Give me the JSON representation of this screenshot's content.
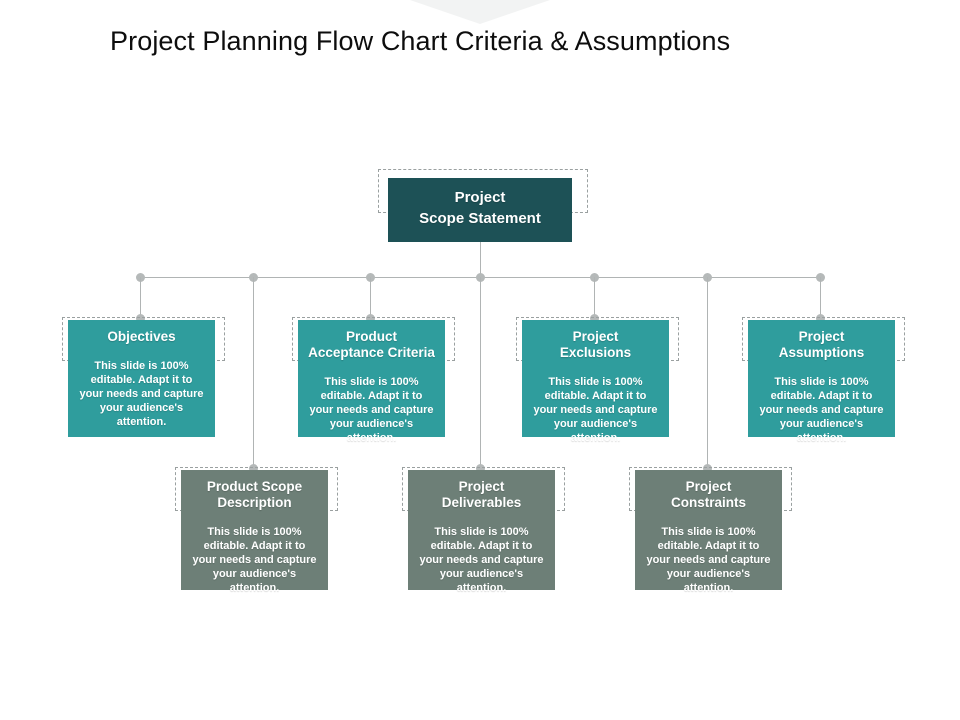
{
  "slide": {
    "title": "Project Planning Flow Chart Criteria & Assumptions",
    "background": "#ffffff"
  },
  "colors": {
    "root_fill": "#1d5156",
    "teal_fill": "#2f9d9d",
    "gray_fill": "#6d7f77",
    "connector": "#b0b4b4",
    "connector_dot": "#b5b9b9",
    "title_text": "#0d0d0d",
    "node_text": "#ffffff",
    "dashed_outline": "#9aa0a0",
    "chevron": "#f2f3f3"
  },
  "body_text": "This slide is 100% editable.  Adapt it to your needs and capture your audience's attention.",
  "root": {
    "title_line1": "Project",
    "title_line2": "Scope Statement"
  },
  "nodes": [
    {
      "id": "objectives",
      "row": "middle",
      "style": "teal",
      "title_line1": "Objectives",
      "title_line2": "",
      "body": "This slide is 100% editable.  Adapt it to your needs and capture your audience's attention."
    },
    {
      "id": "product-acceptance-criteria",
      "row": "middle",
      "style": "teal",
      "title_line1": "Product",
      "title_line2": "Acceptance Criteria",
      "body": "This slide is 100% editable.  Adapt it to your needs and capture your audience's attention."
    },
    {
      "id": "project-exclusions",
      "row": "middle",
      "style": "teal",
      "title_line1": "Project",
      "title_line2": "Exclusions",
      "body": "This slide is 100% editable.  Adapt it to your needs and capture your audience's attention."
    },
    {
      "id": "project-assumptions",
      "row": "middle",
      "style": "teal",
      "title_line1": "Project",
      "title_line2": "Assumptions",
      "body": "This slide is 100% editable.  Adapt it to your needs and capture your audience's attention."
    },
    {
      "id": "product-scope-description",
      "row": "bottom",
      "style": "gray",
      "title_line1": "Product Scope",
      "title_line2": "Description",
      "body": "This slide is 100% editable.  Adapt it to your needs and capture your audience's attention."
    },
    {
      "id": "project-deliverables",
      "row": "bottom",
      "style": "gray",
      "title_line1": "Project",
      "title_line2": "Deliverables",
      "body": "This slide is 100% editable.  Adapt it to your needs and capture your audience's attention."
    },
    {
      "id": "project-constraints",
      "row": "bottom",
      "style": "gray",
      "title_line1": "Project",
      "title_line2": "Constraints",
      "body": "This slide is 100% editable.  Adapt it to your needs and capture your audience's attention."
    }
  ],
  "chart_data": {
    "type": "diagram",
    "diagram_kind": "org-chart / tree flow chart",
    "title": "Project Planning Flow Chart Criteria & Assumptions",
    "root_node": "Project Scope Statement",
    "levels": 2,
    "branch_count": 7,
    "children": [
      "Objectives",
      "Product Scope Description",
      "Product Acceptance Criteria",
      "Project Deliverables",
      "Project Exclusions",
      "Project Constraints",
      "Project Assumptions"
    ],
    "notes": "Single root connects down to a horizontal bus line with 7 connector dots; alternating branches drop to an upper teal row (4 boxes) and a lower gray row (3 boxes)."
  }
}
